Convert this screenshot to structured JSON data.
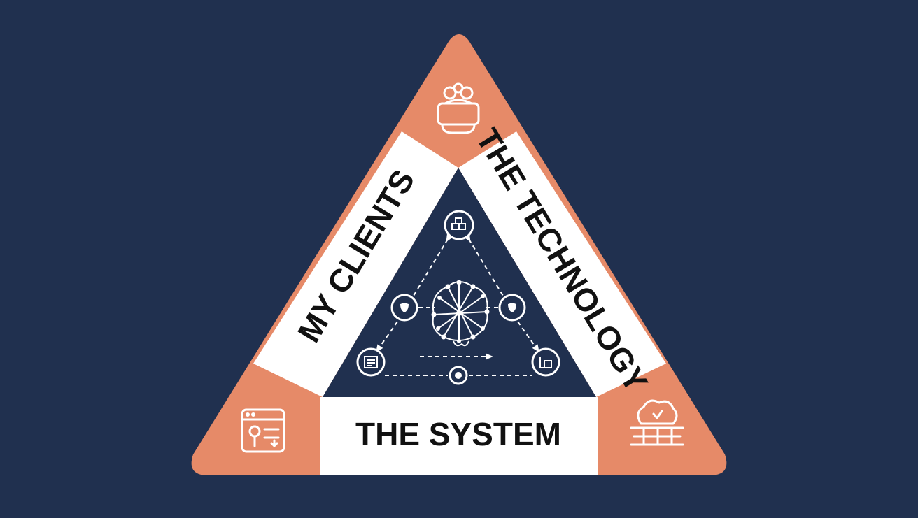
{
  "colors": {
    "background": "#20304f",
    "corner": "#e68a68",
    "band": "#ffffff",
    "inner": "#20304f",
    "label_text": "#111111",
    "line": "#ffffff"
  },
  "sides": {
    "left": {
      "label": "MY CLIENTS"
    },
    "right": {
      "label": "THE TECHNOLOGY"
    },
    "bottom": {
      "label": "THE SYSTEM"
    }
  },
  "corners": {
    "top": {
      "icon": "client-group-icon"
    },
    "bottom_left": {
      "icon": "browser-search-icon"
    },
    "bottom_right": {
      "icon": "cloud-wall-icon"
    }
  },
  "inner_diagram": {
    "center_icon": "network-brain-icon",
    "nodes": [
      {
        "icon": "blocks-icon"
      },
      {
        "icon": "shield-icon"
      },
      {
        "icon": "shield-icon"
      },
      {
        "icon": "list-icon"
      },
      {
        "icon": "device-icon"
      },
      {
        "icon": "target-icon"
      }
    ]
  }
}
